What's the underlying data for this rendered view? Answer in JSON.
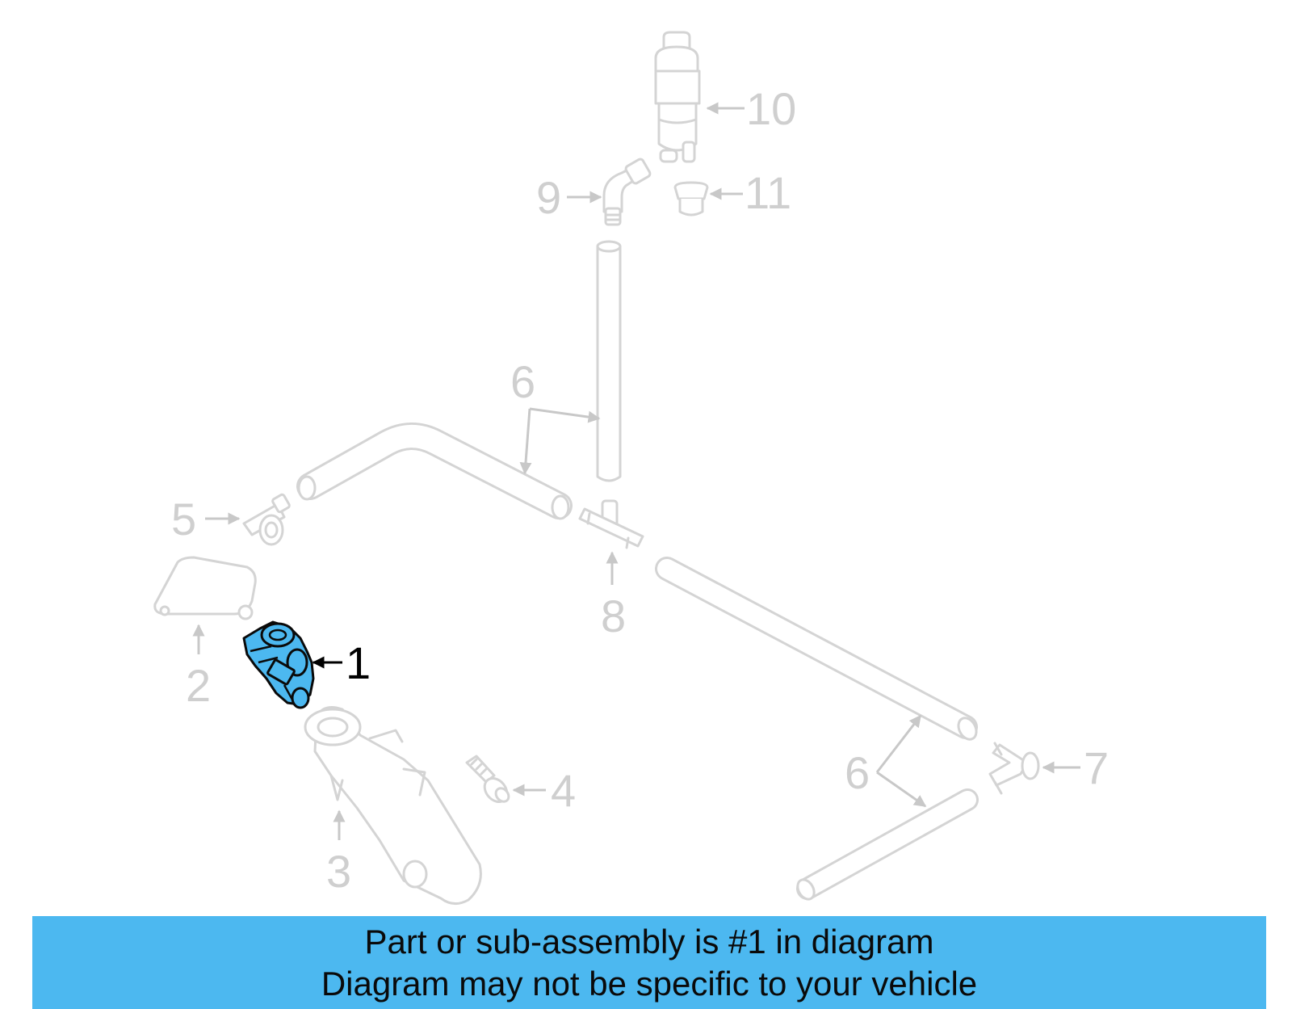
{
  "diagram": {
    "highlight_color": "#4cb8f0",
    "highlighted_part": "1",
    "callouts": [
      "1",
      "2",
      "3",
      "4",
      "5",
      "6",
      "6",
      "7",
      "8",
      "9",
      "10",
      "11"
    ]
  },
  "banner": {
    "line1": "Part or sub-assembly is #1 in diagram",
    "line2": "Diagram may not be specific to your vehicle",
    "background": "#4cb8f0"
  }
}
